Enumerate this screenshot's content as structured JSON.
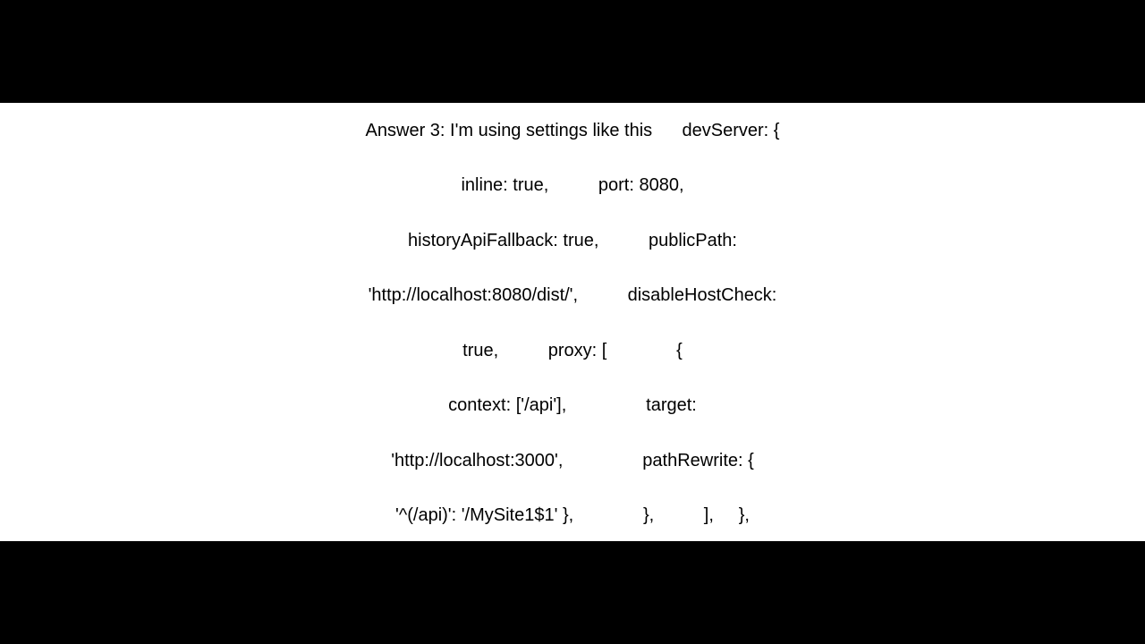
{
  "colors": {
    "background": "#000000",
    "panel": "#ffffff",
    "text": "#000000"
  },
  "answer": {
    "lines": [
      "Answer 3: I'm using settings like this      devServer: {",
      "inline: true,          port: 8080,",
      "historyApiFallback: true,          publicPath:",
      "'http://localhost:8080/dist/',          disableHostCheck:",
      "true,          proxy: [              {",
      "context: ['/api'],                target:",
      "'http://localhost:3000',                pathRewrite: {",
      "'^(/api)': '/MySite1$1' },              },          ],     },"
    ]
  }
}
